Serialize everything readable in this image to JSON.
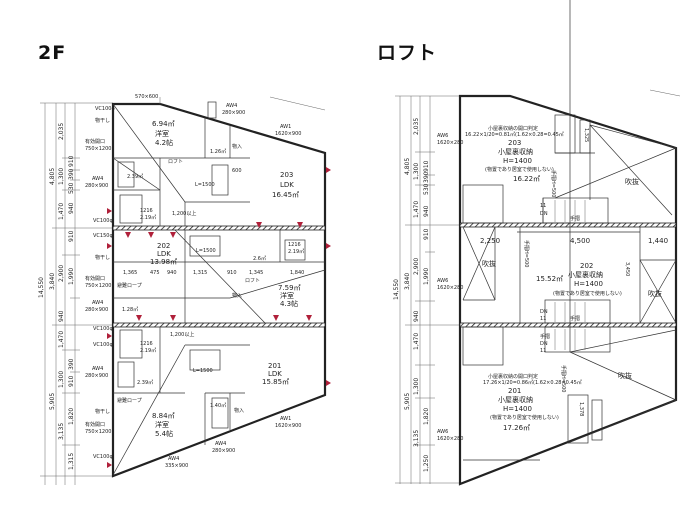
{
  "titles": {
    "floor2": "2F",
    "loft": "ロフト"
  },
  "floor2": {
    "dims_left": {
      "total": "14,550",
      "d1": "4,805",
      "d2": "3,840",
      "d3": "5,905",
      "a1": "2,035",
      "a2": "1,300",
      "a3": "1,470",
      "a4": "2,900",
      "a5": "940",
      "a6": "1,470",
      "a7": "1,300",
      "a8": "3,135",
      "b1": "910",
      "b2": "390",
      "b3": "530",
      "b4": "940",
      "b5": "910",
      "b6": "1,990",
      "b7": "390",
      "b8": "910",
      "b9": "1,820",
      "b10": "1,315"
    },
    "dims_row": [
      "1,365",
      "475",
      "940",
      "1,315",
      "910",
      "1,345",
      "1,840"
    ],
    "rooms": {
      "r203_ldk": {
        "num": "203",
        "type": "LDK",
        "area": "16.45㎡"
      },
      "r203_western": {
        "type": "洋室",
        "area": "6.94㎡",
        "tatami": "4.2帖"
      },
      "r203_wc": "1.26㎡",
      "r203_bath": "1216",
      "r203_bath_area": "2.19㎡",
      "r203_wash": "2.39㎡",
      "r202_ldk": {
        "num": "202",
        "type": "LDK",
        "area": "13.98㎡"
      },
      "r202_western": {
        "type": "洋室",
        "area": "7.59㎡",
        "tatami": "4.3帖"
      },
      "r202_wc": "1.28㎡",
      "r202_bath": "1216",
      "r202_bath_area": "2.19㎡",
      "r202_wash": "2.6㎡",
      "r201_ldk": {
        "num": "201",
        "type": "LDK",
        "area": "15.85㎡"
      },
      "r201_western": {
        "type": "洋室",
        "area": "8.84㎡",
        "tatami": "5.4帖"
      },
      "r201_wc": "1.40㎡",
      "r201_bath": "1216",
      "r201_bath_area": "2.19㎡",
      "r201_wash": "2.39㎡"
    },
    "labels": {
      "drying": "物干し",
      "opening": "有効開口",
      "opening_size": "750×1200",
      "escape_rope": "避難ロープ",
      "loft": "ロフト",
      "storage": "物入",
      "kitchen": "L=1500",
      "vc100": "VC100φ",
      "vc150": "VC150φ",
      "aw4": "AW4",
      "aw4_size": "280×900",
      "aw1": "AW1",
      "aw1_size": "1620×900",
      "aw4b_size": "335×900",
      "width600": "600",
      "top_size": "570×600",
      "stair": "1,200以上"
    }
  },
  "loft": {
    "dims_left": {
      "total": "14,550",
      "d1": "4,805",
      "d2": "3,840",
      "d3": "5,905",
      "a1": "2,035",
      "a2": "1,300",
      "a3": "1,470",
      "a4": "2,900",
      "a5": "940",
      "a6": "1,470",
      "a7": "1,300",
      "a8": "3,135",
      "b1": "910",
      "b2": "390",
      "b3": "530",
      "b4": "940",
      "b5": "910",
      "b6": "1,990",
      "b7": "1,820",
      "b8": "1,250"
    },
    "dims_row": [
      "2,250",
      "4,500",
      "1,440"
    ],
    "dim_vert": "3,450",
    "rooms": {
      "r203": {
        "calc": "小屋裏収納の開口判定",
        "calc2": "16.22×1/20=0.81㎡(1.62×0.28=0.45㎡",
        "num": "203",
        "type": "小屋裏収納",
        "h": "H=1400",
        "note": "(物置であり居室で使用しない)",
        "area": "16.22㎡",
        "wc_dim": "1,325"
      },
      "r202": {
        "num": "202",
        "type": "小屋裏収納",
        "h": "H=1400",
        "note": "(物置であり居室で使用しない)",
        "area": "15.52㎡"
      },
      "r201": {
        "calc": "小屋裏収納の開口判定",
        "calc2": "17.26×1/20=0.86㎡(1.62×0.28=0.45㎡",
        "num": "201",
        "type": "小屋裏収納",
        "h": "H=1400",
        "note": "(物置であり居室で使用しない)",
        "area": "17.26㎡",
        "wc_dim": "1,378"
      }
    },
    "labels": {
      "void": "吹抜",
      "aw6": "AW6",
      "aw6_size": "1620×280",
      "handrail": "手摺",
      "handrail_h": "手摺H=500",
      "dn": "DN",
      "steps": "11"
    }
  }
}
